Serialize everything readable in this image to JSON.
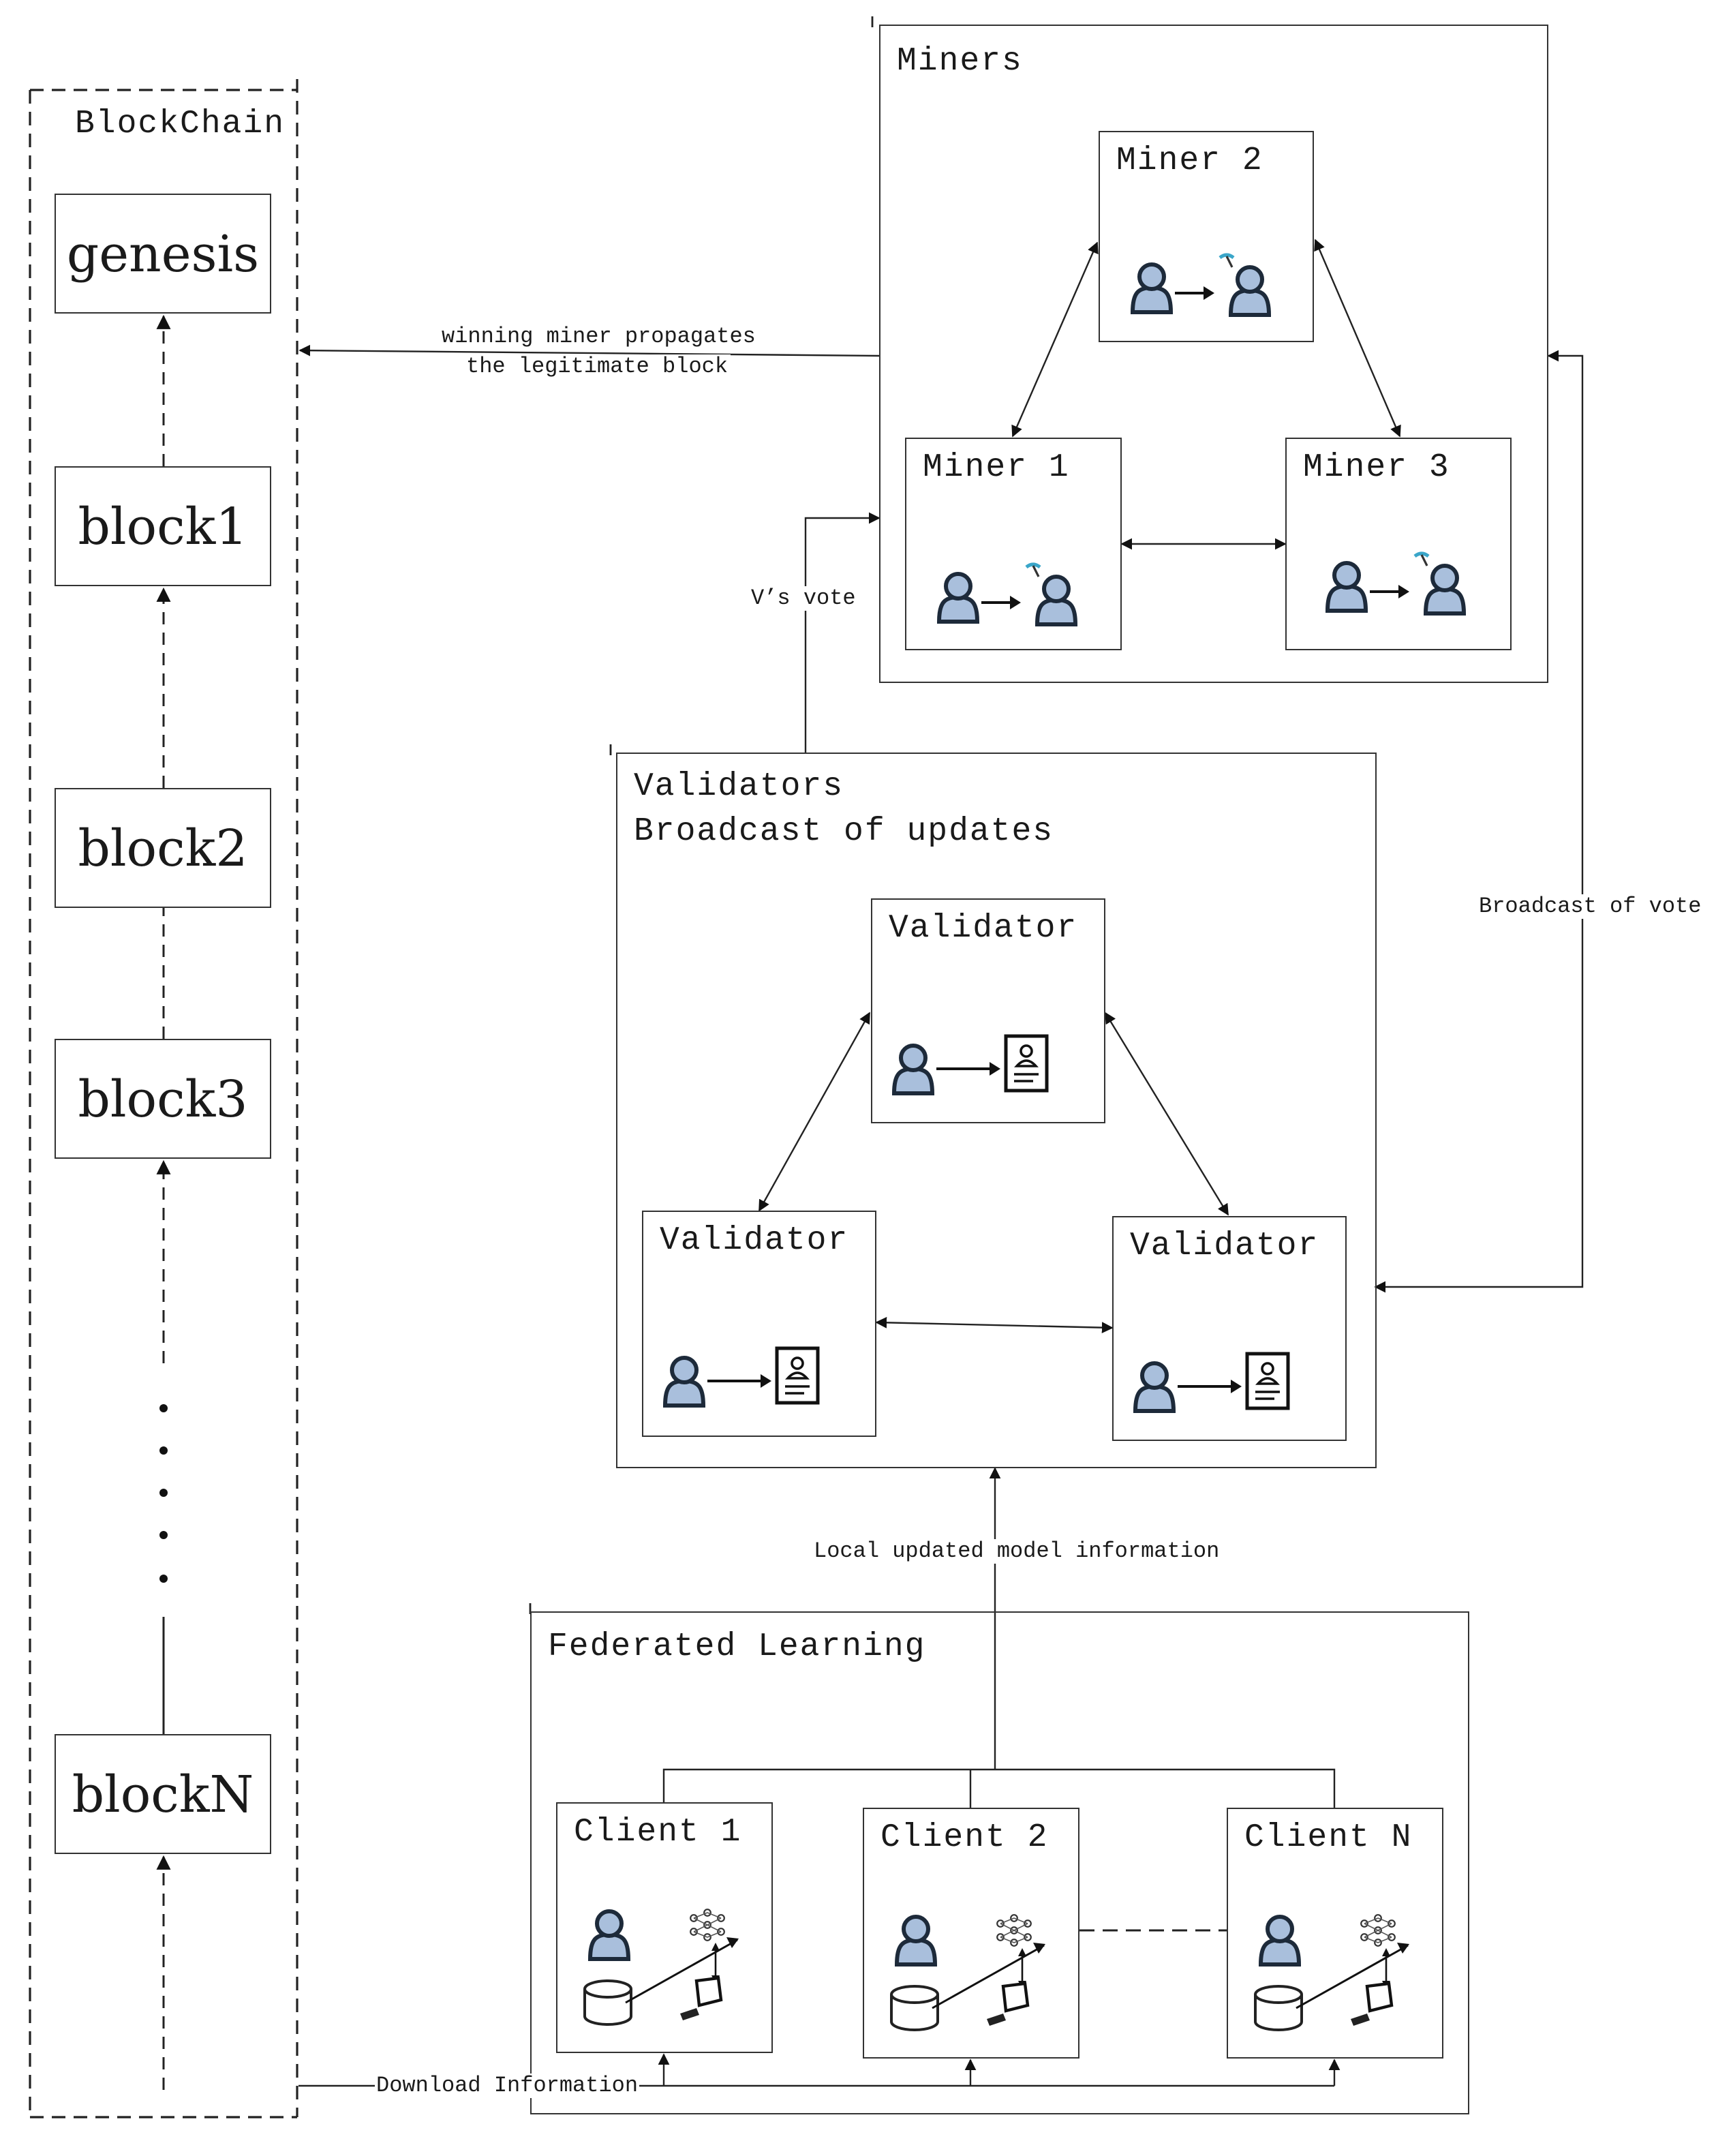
{
  "blockchain": {
    "title": "BlockChain",
    "blocks": [
      "genesis",
      "block1",
      "block2",
      "block3",
      "blockN"
    ]
  },
  "miners": {
    "title": "Miners",
    "nodes": [
      "Miner 2",
      "Miner 1",
      "Miner 3"
    ]
  },
  "validators": {
    "title_line1": "Validators",
    "title_line2": "Broadcast of updates",
    "nodes": [
      "Validator",
      "Validator",
      "Validator"
    ]
  },
  "federated": {
    "title": "Federated Learning",
    "clients": [
      "Client 1",
      "Client 2",
      "Client N"
    ]
  },
  "labels": {
    "propagate_line1": "winning miner propagates",
    "propagate_line2": "the legitimate block",
    "vote": "V’s vote",
    "broadcast_vote": "Broadcast of vote",
    "local_update": "Local updated model information",
    "download": "Download Information"
  },
  "icons": {
    "miner_node": [
      "user-icon",
      "arrow-icon",
      "pickaxe-icon",
      "user-icon"
    ],
    "validator_node": [
      "user-icon",
      "arrow-icon",
      "document-icon"
    ],
    "client_node": [
      "user-icon",
      "neural-network-icon",
      "database-icon",
      "computer-icon"
    ]
  },
  "colors": {
    "user_fill": "#a9bfdc",
    "user_stroke": "#1d2a3a",
    "pickaxe": "#3aa6c9"
  }
}
